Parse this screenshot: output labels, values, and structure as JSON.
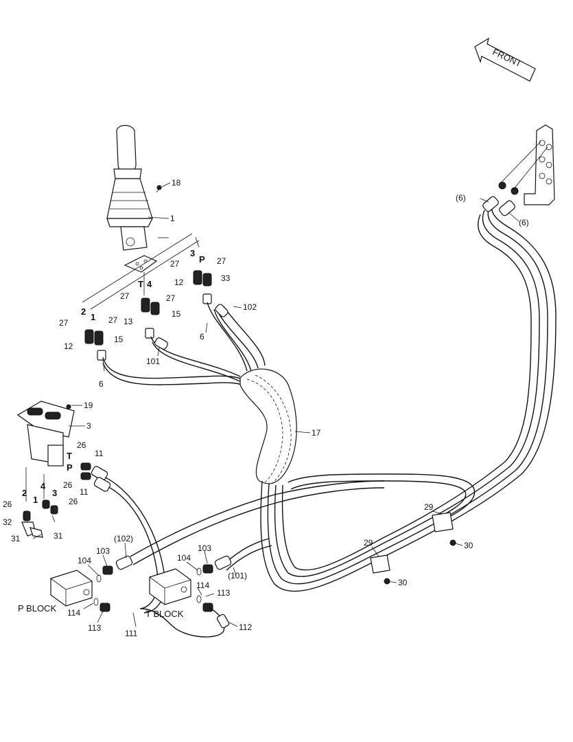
{
  "front_label": "FRONT",
  "block_labels": {
    "p_block": "P BLOCK",
    "t_block": "T BLOCK"
  },
  "port_labels": {
    "upper_left_2": "2",
    "upper_left_1": "1",
    "upper_mid_T": "T",
    "upper_mid_4": "4",
    "upper_right_3": "3",
    "upper_right_P": "P",
    "lower_T": "T",
    "lower_P": "P",
    "lower_2": "2",
    "lower_4": "4",
    "lower_1": "1",
    "lower_3": "3"
  },
  "callouts": [
    {
      "id": "c18",
      "text": "18"
    },
    {
      "id": "c1",
      "text": "1"
    },
    {
      "id": "c27a",
      "text": "27"
    },
    {
      "id": "c27b",
      "text": "27"
    },
    {
      "id": "c12a",
      "text": "12"
    },
    {
      "id": "c33",
      "text": "33"
    },
    {
      "id": "c102a",
      "text": "102"
    },
    {
      "id": "c27c",
      "text": "27"
    },
    {
      "id": "c27d",
      "text": "27"
    },
    {
      "id": "c13",
      "text": "13"
    },
    {
      "id": "c15a",
      "text": "15"
    },
    {
      "id": "c6a",
      "text": "6"
    },
    {
      "id": "c27e",
      "text": "27"
    },
    {
      "id": "c27f",
      "text": "27"
    },
    {
      "id": "c12b",
      "text": "12"
    },
    {
      "id": "c15b",
      "text": "15"
    },
    {
      "id": "c101a",
      "text": "101"
    },
    {
      "id": "c6b",
      "text": "6"
    },
    {
      "id": "c6p1",
      "text": "(6)"
    },
    {
      "id": "c6p2",
      "text": "(6)"
    },
    {
      "id": "c19",
      "text": "19"
    },
    {
      "id": "c3",
      "text": "3"
    },
    {
      "id": "c17",
      "text": "17"
    },
    {
      "id": "c26a",
      "text": "26"
    },
    {
      "id": "c11a",
      "text": "11"
    },
    {
      "id": "c26b",
      "text": "26"
    },
    {
      "id": "c11b",
      "text": "11"
    },
    {
      "id": "c26c",
      "text": "26"
    },
    {
      "id": "c26d",
      "text": "26"
    },
    {
      "id": "c32",
      "text": "32"
    },
    {
      "id": "c31a",
      "text": "31"
    },
    {
      "id": "c31b",
      "text": "31"
    },
    {
      "id": "c29a",
      "text": "29"
    },
    {
      "id": "c30a",
      "text": "30"
    },
    {
      "id": "c29b",
      "text": "29"
    },
    {
      "id": "c30b",
      "text": "30"
    },
    {
      "id": "c102p",
      "text": "(102)"
    },
    {
      "id": "c103a",
      "text": "103"
    },
    {
      "id": "c104a",
      "text": "104"
    },
    {
      "id": "c104b",
      "text": "104"
    },
    {
      "id": "c103b",
      "text": "103"
    },
    {
      "id": "c101p",
      "text": "(101)"
    },
    {
      "id": "c114a",
      "text": "114"
    },
    {
      "id": "c113a",
      "text": "113"
    },
    {
      "id": "c114b",
      "text": "114"
    },
    {
      "id": "c113b",
      "text": "113"
    },
    {
      "id": "c111",
      "text": "111"
    },
    {
      "id": "c112",
      "text": "112"
    }
  ]
}
